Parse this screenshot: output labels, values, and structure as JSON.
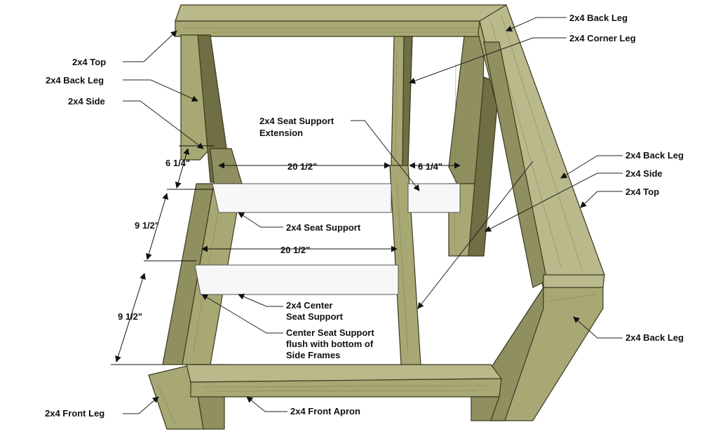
{
  "colors": {
    "wood_top": "#b9b98c",
    "wood_front": "#a7a874",
    "wood_side": "#8f8f60",
    "wood_dark": "#6f6e44",
    "board_fill": "#f7f7f7"
  },
  "labels": {
    "top_left": "2x4 Top",
    "back_leg_left": "2x4 Back Leg",
    "side_left": "2x4 Side",
    "back_leg_top_right": "2x4 Back Leg",
    "corner_leg": "2x4 Corner Leg",
    "seat_support_extension_1": "2x4 Seat Support",
    "seat_support_extension_2": "Extension",
    "back_leg_right": "2x4 Back Leg",
    "side_right": "2x4 Side",
    "top_right": "2x4 Top",
    "seat_support": "2x4 Seat Support",
    "center_seat_support_1": "2x4 Center",
    "center_seat_support_2": "Seat Support",
    "flush_note_1": "Center Seat Support",
    "flush_note_2": "flush with bottom of",
    "flush_note_3": "Side Frames",
    "back_leg_bottom_right": "2x4 Back Leg",
    "front_leg": "2x4 Front Leg",
    "front_apron": "2x4 Front Apron"
  },
  "dimensions": {
    "upper_vertical": "6 1/4\"",
    "upper_width": "20 1/2\"",
    "upper_right": "6 1/4\"",
    "middle_vertical": "9 1/2\"",
    "middle_width": "20 1/2\"",
    "lower_vertical": "9 1/2\""
  }
}
